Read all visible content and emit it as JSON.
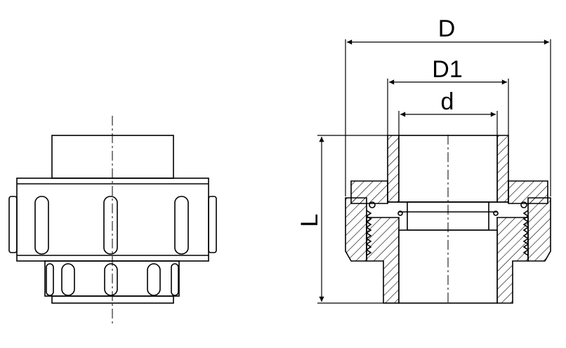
{
  "drawing": {
    "labels": {
      "outer_diameter": "D",
      "inner_diameter": "D1",
      "bore": "d",
      "length": "L"
    },
    "colors": {
      "line": "#000000",
      "background": "#ffffff"
    }
  }
}
